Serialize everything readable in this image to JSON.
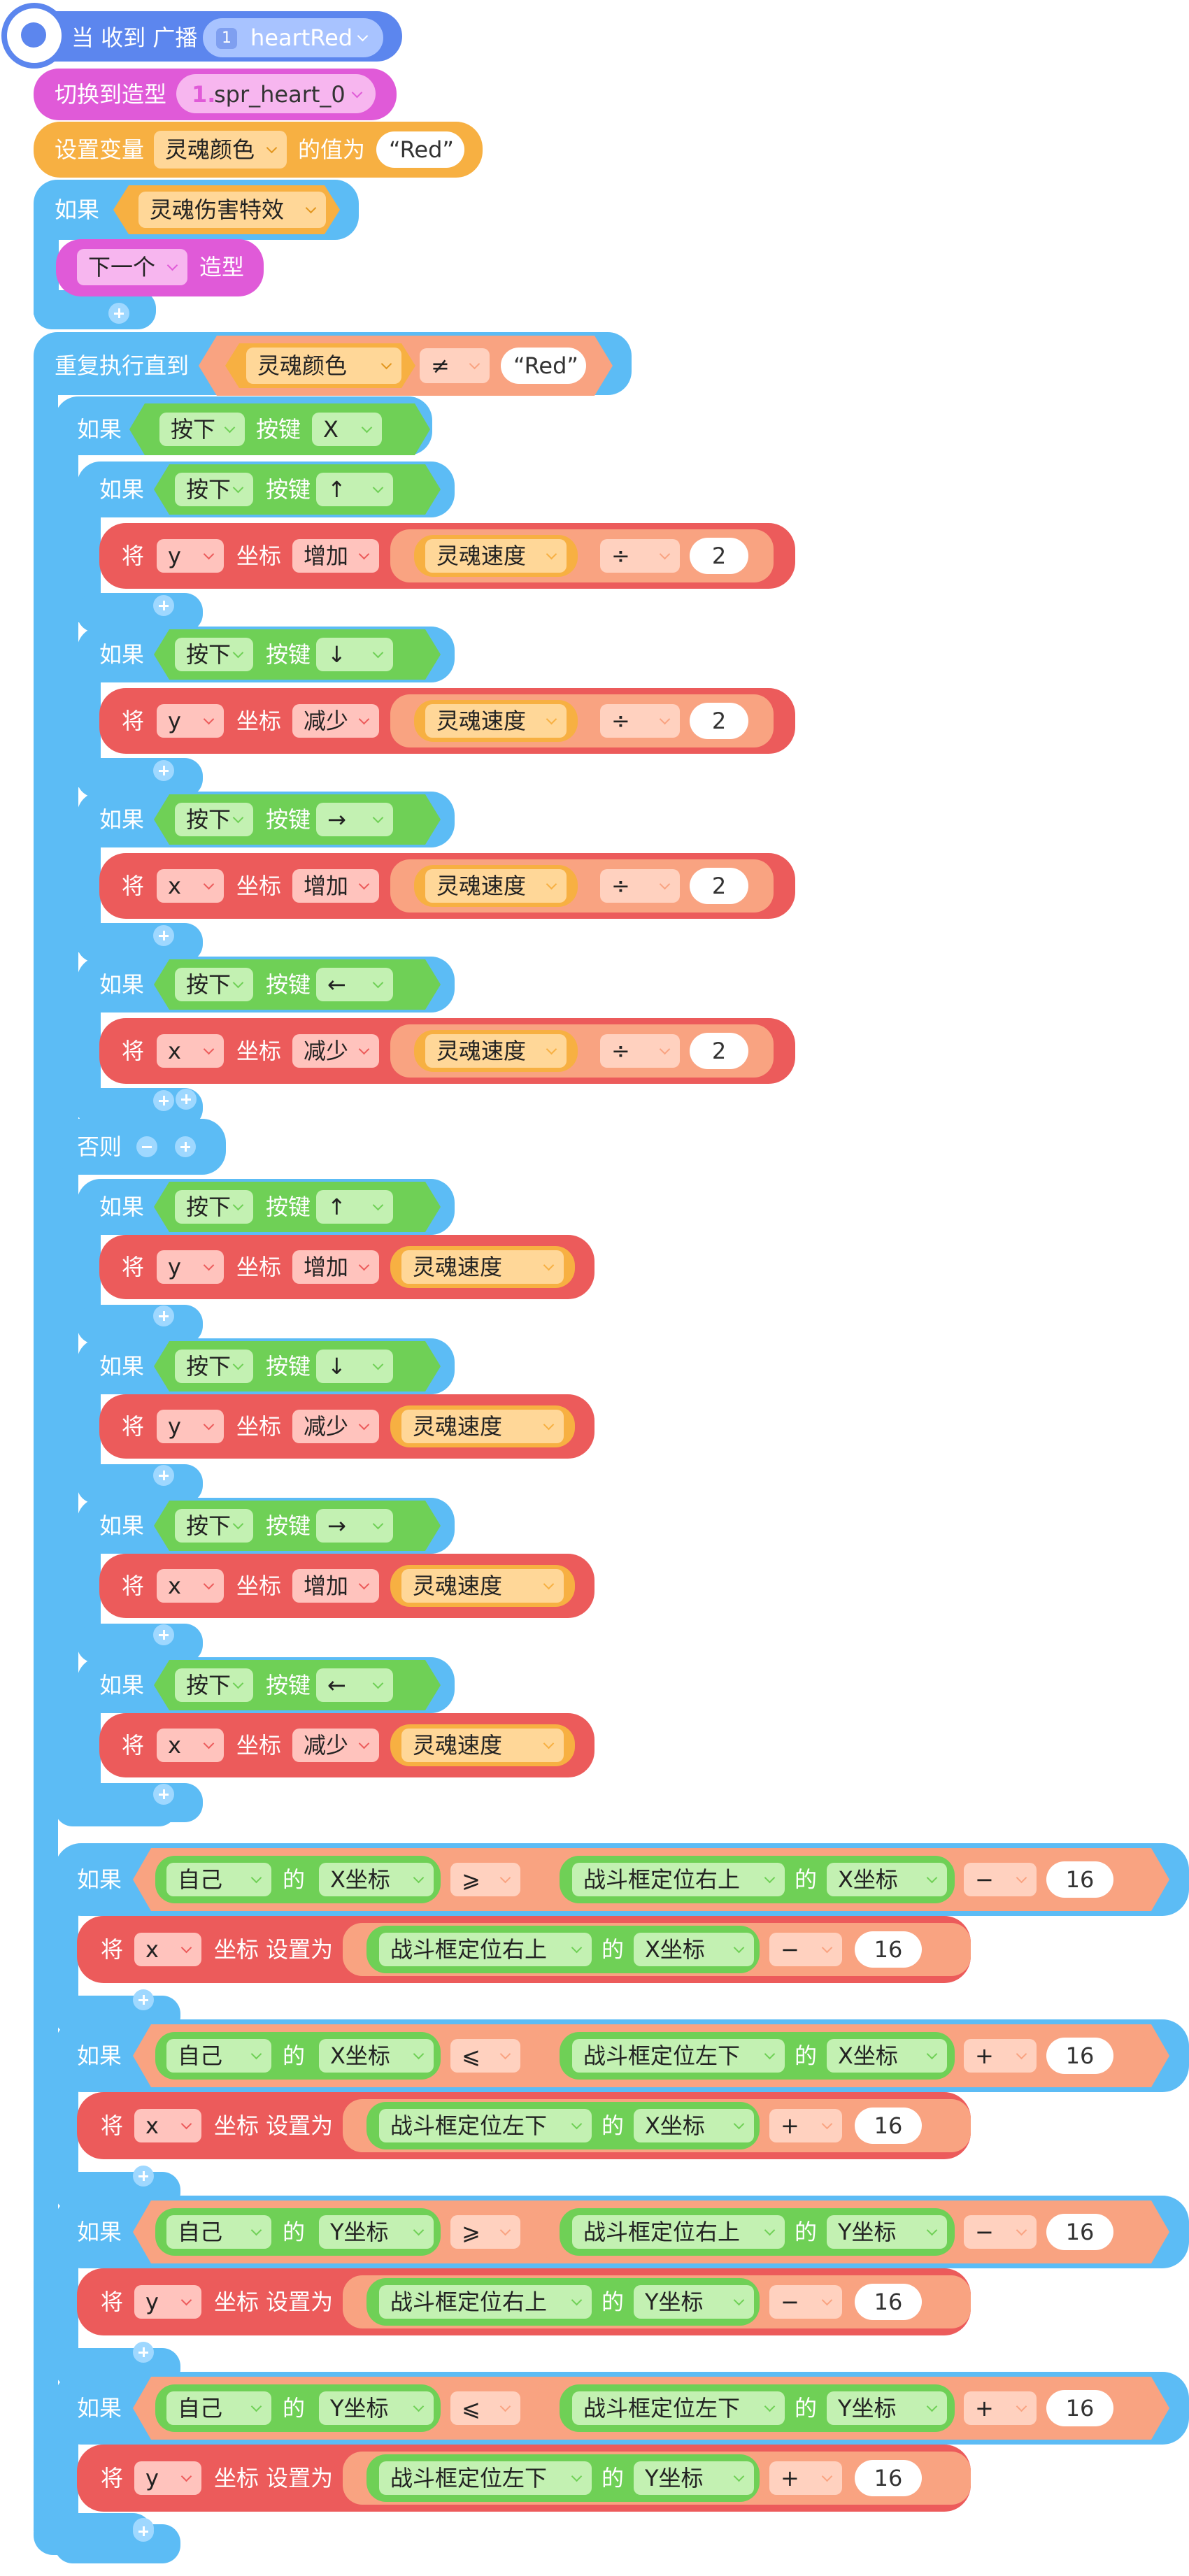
{
  "hat": {
    "label": "当 收到 广播",
    "broadcast_badge": "1",
    "broadcast_value": "heartRed"
  },
  "switch_costume": {
    "label": "切换到造型",
    "index": "1.",
    "value": "spr_heart_0"
  },
  "set_var": {
    "label": "设置变量",
    "variable": "灵魂颜色",
    "mid": "的值为",
    "value": "“Red”"
  },
  "if_damage": {
    "label": "如果",
    "condition": "灵魂伤害特效"
  },
  "next_costume": {
    "option": "下一个",
    "label": "造型"
  },
  "repeat": {
    "label": "重复执行直到",
    "variable": "灵魂颜色",
    "operator": "≠",
    "value": "“Red”"
  },
  "if_x": {
    "label": "如果",
    "press": "按下",
    "key_label": "按键",
    "key": "X"
  },
  "words": {
    "if": "如果",
    "else": "否则",
    "set_prefix": "将",
    "coord": "坐标",
    "set_to": "坐标 设置为",
    "of": "的"
  },
  "speed_var": "灵魂速度",
  "inner_ifs": [
    {
      "press": "按下",
      "key_label": "按键",
      "key": "↑",
      "axis": "y",
      "op": "增加",
      "div": "÷",
      "num": "2"
    },
    {
      "press": "按下",
      "key_label": "按键",
      "key": "↓",
      "axis": "y",
      "op": "减少",
      "div": "÷",
      "num": "2"
    },
    {
      "press": "按下",
      "key_label": "按键",
      "key": "→",
      "axis": "x",
      "op": "增加",
      "div": "÷",
      "num": "2"
    },
    {
      "press": "按下",
      "key_label": "按键",
      "key": "←",
      "axis": "x",
      "op": "减少",
      "div": "÷",
      "num": "2"
    }
  ],
  "else_ifs": [
    {
      "press": "按下",
      "key_label": "按键",
      "key": "↑",
      "axis": "y",
      "op": "增加"
    },
    {
      "press": "按下",
      "key_label": "按键",
      "key": "↓",
      "axis": "y",
      "op": "减少"
    },
    {
      "press": "按下",
      "key_label": "按键",
      "key": "→",
      "axis": "x",
      "op": "增加"
    },
    {
      "press": "按下",
      "key_label": "按键",
      "key": "←",
      "axis": "x",
      "op": "减少"
    }
  ],
  "bounds": [
    {
      "self": "自己",
      "self_prop": "X坐标",
      "cmp": "⩾",
      "frame": "战斗框定位右上",
      "frame_prop": "X坐标",
      "op": "−",
      "num": "16",
      "axis": "x"
    },
    {
      "self": "自己",
      "self_prop": "X坐标",
      "cmp": "⩽",
      "frame": "战斗框定位左下",
      "frame_prop": "X坐标",
      "op": "+",
      "num": "16",
      "axis": "x"
    },
    {
      "self": "自己",
      "self_prop": "Y坐标",
      "cmp": "⩾",
      "frame": "战斗框定位右上",
      "frame_prop": "Y坐标",
      "op": "−",
      "num": "16",
      "axis": "y"
    },
    {
      "self": "自己",
      "self_prop": "Y坐标",
      "cmp": "⩽",
      "frame": "战斗框定位左下",
      "frame_prop": "Y坐标",
      "op": "+",
      "num": "16",
      "axis": "y"
    }
  ],
  "colors": {
    "event": "#5c86ee",
    "event_light": "#a8c3ff",
    "looks": "#e05ad8",
    "looks_light": "#f7b6ef",
    "variable": "#f7b042",
    "variable_light": "#ffd798",
    "control": "#5cbcf5",
    "control_light": "#9fd8ff",
    "sensing": "#6fd056",
    "sensing_light": "#c3f1b2",
    "motion": "#ec5b5b",
    "motion_light": "#ffc3bd",
    "operator": "#f9a381",
    "operator_light": "#ffd1bf"
  }
}
